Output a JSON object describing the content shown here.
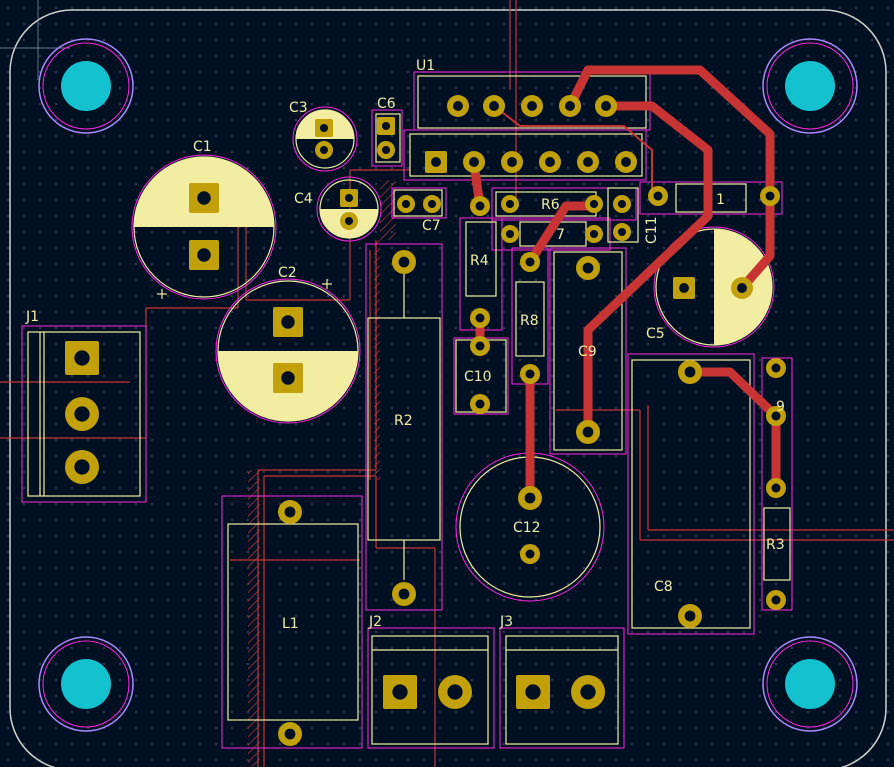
{
  "app": {
    "view": "PCB layout (KiCad-like)"
  },
  "colors": {
    "background": "#001023",
    "grid_dot": "#4c5a78",
    "board_outline": "#d0d2cd",
    "courtyard": "#ff26e2",
    "silkscreen": "#f2eda1",
    "copper_pad": "#c2a00a",
    "copper_track": "#c83434",
    "mounting_hole": "#14c2cf",
    "hole_ring": "#a98bff",
    "drill": "#001023"
  },
  "components": [
    {
      "ref": "U1",
      "type": "ic-module"
    },
    {
      "ref": "C1",
      "type": "electrolytic-capacitor"
    },
    {
      "ref": "C2",
      "type": "electrolytic-capacitor"
    },
    {
      "ref": "C3",
      "type": "electrolytic-capacitor"
    },
    {
      "ref": "C4",
      "type": "electrolytic-capacitor"
    },
    {
      "ref": "C5",
      "type": "electrolytic-capacitor"
    },
    {
      "ref": "C6",
      "type": "capacitor"
    },
    {
      "ref": "C7",
      "type": "capacitor"
    },
    {
      "ref": "C8",
      "type": "capacitor"
    },
    {
      "ref": "C9",
      "type": "capacitor"
    },
    {
      "ref": "C10",
      "type": "capacitor"
    },
    {
      "ref": "C11",
      "type": "capacitor"
    },
    {
      "ref": "C12",
      "type": "capacitor"
    },
    {
      "ref": "R1",
      "type": "resistor"
    },
    {
      "ref": "R2",
      "type": "resistor"
    },
    {
      "ref": "R3",
      "type": "resistor"
    },
    {
      "ref": "R4",
      "type": "resistor"
    },
    {
      "ref": "R6",
      "type": "resistor"
    },
    {
      "ref": "R7",
      "type": "resistor"
    },
    {
      "ref": "R8",
      "type": "resistor"
    },
    {
      "ref": "R9",
      "type": "resistor"
    },
    {
      "ref": "L1",
      "type": "inductor"
    },
    {
      "ref": "J1",
      "type": "terminal-block"
    },
    {
      "ref": "J2",
      "type": "terminal-block"
    },
    {
      "ref": "J3",
      "type": "terminal-block"
    }
  ],
  "labels": {
    "U1": "U1",
    "C1": "C1",
    "C2": "C2",
    "C3": "C3",
    "C4": "C4",
    "C5": "C5",
    "C6": "C6",
    "C7": "C7",
    "C8": "C8",
    "C9": "C9",
    "C10": "C10",
    "C11": "C11",
    "C12": "C12",
    "R1": "1",
    "R2": "R2",
    "R3": "R3",
    "R4": "R4",
    "R6": "R6",
    "R7": "7",
    "R8": "R8",
    "R9": "9",
    "L1": "L1",
    "J1": "J1",
    "J2": "J2",
    "J3": "J3"
  }
}
